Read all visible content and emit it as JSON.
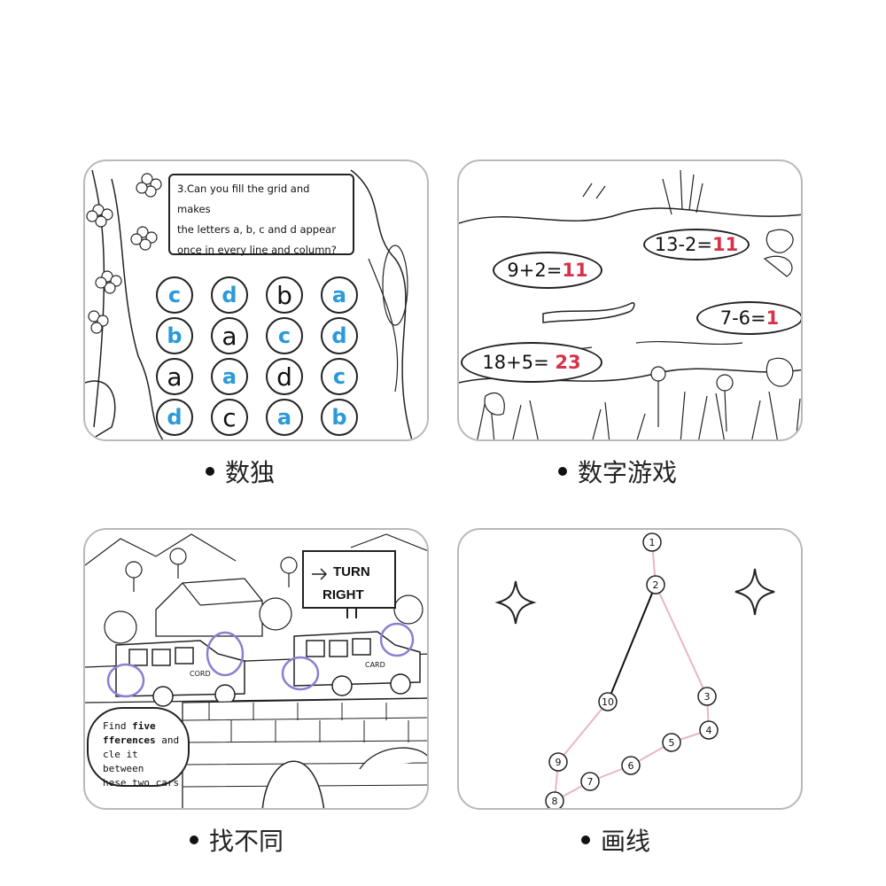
{
  "captions": {
    "sudoku": "数独",
    "math": "数字游戏",
    "differences": "找不同",
    "dots": "画线"
  },
  "sudoku": {
    "question_lines": [
      "3.Can you fill the grid and makes",
      "the letters a, b, c and d appear",
      "once in every line and column?"
    ],
    "grid": [
      [
        {
          "v": "c",
          "given": false
        },
        {
          "v": "d",
          "given": false
        },
        {
          "v": "b",
          "given": true
        },
        {
          "v": "a",
          "given": false
        }
      ],
      [
        {
          "v": "b",
          "given": false
        },
        {
          "v": "a",
          "given": true
        },
        {
          "v": "c",
          "given": false
        },
        {
          "v": "d",
          "given": false
        }
      ],
      [
        {
          "v": "a",
          "given": true
        },
        {
          "v": "a",
          "given": false
        },
        {
          "v": "d",
          "given": true
        },
        {
          "v": "c",
          "given": false
        }
      ],
      [
        {
          "v": "d",
          "given": false
        },
        {
          "v": "c",
          "given": true
        },
        {
          "v": "a",
          "given": false
        },
        {
          "v": "b",
          "given": false
        }
      ]
    ],
    "colors": {
      "given": "#111111",
      "filled": "#2a9ad8"
    }
  },
  "math": {
    "equations": [
      {
        "expr": "13-2=",
        "answer": "11"
      },
      {
        "expr": "9+2=",
        "answer": "11"
      },
      {
        "expr": "7-6=",
        "answer": "1"
      },
      {
        "expr": "18+5=",
        "answer": "23"
      }
    ],
    "answer_color": "#d6324a"
  },
  "differences": {
    "instruction_lines": [
      "Find five",
      "fferences and",
      "cle it between",
      "hese two cars"
    ],
    "bold_words": [
      "five",
      "fferences"
    ],
    "sign_lines": [
      "TURN",
      "RIGHT"
    ],
    "car_labels": [
      "CORD",
      "CARD"
    ],
    "circle_color": "#8a7fd0"
  },
  "dots": {
    "numbers": [
      "1",
      "2",
      "3",
      "4",
      "5",
      "6",
      "7",
      "8",
      "9",
      "10"
    ],
    "drawn_line_color": "#111111",
    "guide_line_color": "#e8b7c0"
  }
}
